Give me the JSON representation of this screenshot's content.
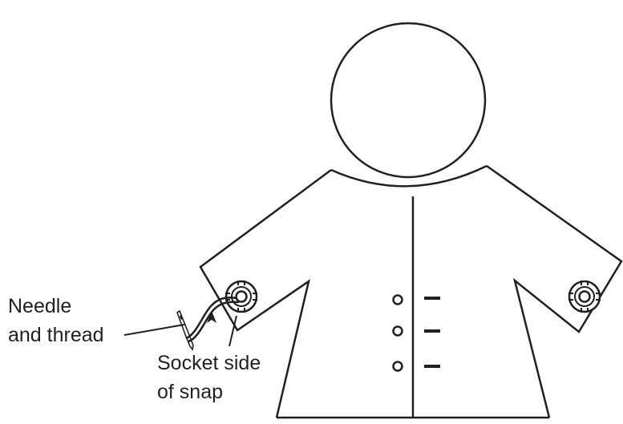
{
  "labels": {
    "needle_line1": "Needle",
    "needle_line2": "and thread",
    "socket_line1": "Socket side",
    "socket_line2": "of snap"
  },
  "icons": {
    "snap_left": "snap-socket-icon",
    "snap_right": "snap-socket-icon",
    "needle": "needle-icon"
  },
  "colors": {
    "line": "#231f20",
    "background": "#ffffff"
  }
}
